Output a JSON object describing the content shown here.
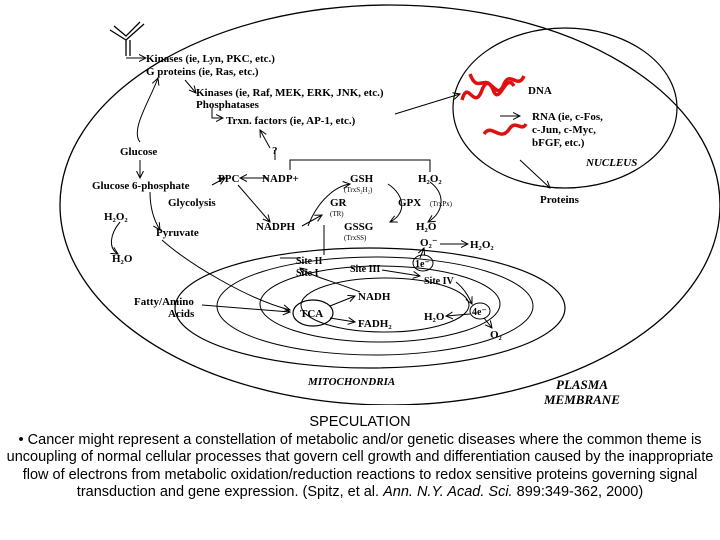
{
  "diagram": {
    "receptor_block": [
      "Kinases (ie, Lyn, PKC, etc.)",
      "G proteins (ie, Ras, etc.)"
    ],
    "kinase_block": [
      "Kinases (ie, Raf, MEK, ERK, JNK, etc.)",
      "Phosphatases"
    ],
    "trxn_factors": "Trxn. factors (ie, AP-1, etc.)",
    "question_mark": "?",
    "dna": "DNA",
    "rna_block": [
      "RNA (ie, c-Fos,",
      "c-Jun, c-Myc,",
      "bFGF, etc.)"
    ],
    "nucleus": "NUCLEUS",
    "proteins": "Proteins",
    "glucose": "Glucose",
    "glucose6p": "Glucose 6-phosphate",
    "glycolysis": "Glycolysis",
    "ppc": "PPC",
    "nadp": "NADP+",
    "nadph": "NADPH",
    "gsh": "GSH",
    "gr": "GR",
    "gssg": "GSSG",
    "gpx": "GPX",
    "h2o2_left": "H₂O₂",
    "h2o_left": "H₂O",
    "pyruvate": "Pyruvate",
    "h2o2_right_top": "H₂O₂",
    "h2o_right": "H₂O",
    "o2_minus": "O₂⁻",
    "h2o2_right_mid": "H₂O₂",
    "trx_s2h2": "(TrxS₂H₂)",
    "trx_r": "(TR)",
    "trx_ss": "(TrxSS)",
    "trx_px": "(TrxPx)",
    "site_ii": "Site II",
    "site_i": "Site I",
    "site_iii": "Site III",
    "site_iv": "Site IV",
    "one_e": "1e⁻",
    "four_e": "4e⁻",
    "fatty_amino": [
      "Fatty/Amino",
      "Acids"
    ],
    "tca": "TCA",
    "nadh": "NADH",
    "fadh2": "FADH₂",
    "h2o_mito": "H₂O",
    "o2_mito": "O₂",
    "mitochondria": "MITOCHONDRIA",
    "plasma_membrane": [
      "PLASMA",
      "MEMBRANE"
    ]
  },
  "caption": {
    "title": "SPECULATION",
    "bullet": "•",
    "body": "Cancer might represent a constellation of metabolic and/or genetic diseases where the common theme is uncoupling of normal cellular processes that govern cell growth and differentiation caused by the inappropriate flow of electrons from metabolic oxidation/reduction reactions to redox sensitive proteins governing signal transduction and gene expression. (Spitz, et al.",
    "journal": "Ann. N.Y. Acad. Sci.",
    "citation_end": "899:349-362, 2000)"
  },
  "colors": {
    "dna_strand": "#e01010",
    "ink": "#000000",
    "background": "#ffffff"
  }
}
